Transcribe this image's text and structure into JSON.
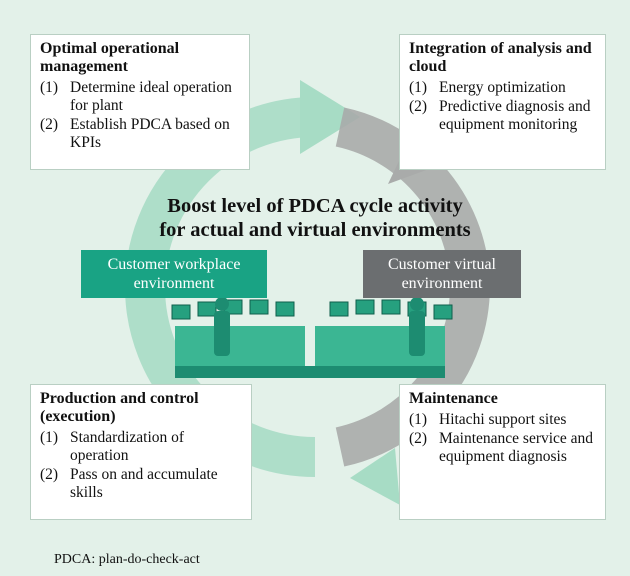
{
  "headline": {
    "line1": "Boost level of PDCA cycle activity",
    "line2": "for actual and virtual environments"
  },
  "environments": {
    "left": {
      "line1": "Customer workplace",
      "line2": "environment",
      "color": "#19a384"
    },
    "right": {
      "line1": "Customer virtual",
      "line2": "environment",
      "color": "#6b6e70"
    }
  },
  "cards": {
    "top_left": {
      "title": "Optimal operational management",
      "items": [
        {
          "num": "(1)",
          "text": "Determine ideal operation for plant"
        },
        {
          "num": "(2)",
          "text": "Establish PDCA based on KPIs"
        }
      ]
    },
    "top_right": {
      "title": "Integration of analysis and cloud",
      "items": [
        {
          "num": "(1)",
          "text": "Energy optimization"
        },
        {
          "num": "(2)",
          "text": "Predictive diagnosis and equipment monitoring"
        }
      ]
    },
    "bottom_left": {
      "title": "Production and control (execution)",
      "items": [
        {
          "num": "(1)",
          "text": "Standardization of operation"
        },
        {
          "num": "(2)",
          "text": "Pass on and accumulate skills"
        }
      ]
    },
    "bottom_right": {
      "title": "Maintenance",
      "items": [
        {
          "num": "(1)",
          "text": "Hitachi support sites"
        },
        {
          "num": "(2)",
          "text": "Maintenance service and equipment diagnosis"
        }
      ]
    }
  },
  "footnote": "PDCA: plan-do-check-act",
  "colors": {
    "background": "#e3f1e9",
    "cycle_teal": "#a7dcc5",
    "cycle_gray": "#a9abaa",
    "workplace_green": "#19a384",
    "virtual_gray": "#6b6e70"
  }
}
